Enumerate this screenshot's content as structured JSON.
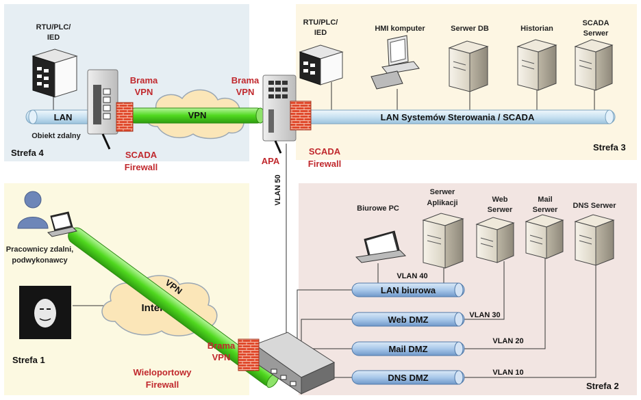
{
  "zones": {
    "z4": "Strefa 4",
    "z3": "Strefa 3",
    "z1": "Strefa 1",
    "z2": "Strefa 2"
  },
  "remote_site": {
    "rtu": [
      "RTU/PLC/",
      "IED"
    ],
    "lan": "LAN",
    "site": "Obiekt zdalny",
    "vpn_gw": [
      "Brama",
      "VPN"
    ],
    "firewall": [
      "SCADA",
      "Firewall"
    ]
  },
  "vpn_tunnel": "VPN",
  "control_site": {
    "vpn_gw": [
      "Brama",
      "VPN"
    ],
    "apa": "APA",
    "firewall": [
      "SCADA",
      "Firewall"
    ],
    "rtu": [
      "RTU/PLC/",
      "IED"
    ],
    "hmi": "HMI komputer",
    "db": "Serwer DB",
    "historian": "Historian",
    "scada": [
      "SCADA",
      "Serwer"
    ],
    "lan": "LAN Systemów Sterowania / SCADA"
  },
  "vlan50": "VLAN 50",
  "remote_users": {
    "label": [
      "Pracownicy zdalni,",
      "podwykonawcy"
    ],
    "vpn": "VPN",
    "internet": "Internet"
  },
  "corp_fw": {
    "vpn_gw": [
      "Brama",
      "VPN"
    ],
    "name": [
      "Wieloportowy",
      "Firewall"
    ]
  },
  "corp": {
    "pc": "Biurowe PC",
    "app": [
      "Serwer",
      "Aplikacji"
    ],
    "web": [
      "Web",
      "Serwer"
    ],
    "mail": [
      "Mail",
      "Serwer"
    ],
    "dns": "DNS Serwer",
    "lans": [
      "LAN biurowa",
      "Web DMZ",
      "Mail DMZ",
      "DNS DMZ"
    ],
    "vlans": [
      "VLAN 40",
      "VLAN 30",
      "VLAN 20",
      "VLAN 10"
    ]
  }
}
